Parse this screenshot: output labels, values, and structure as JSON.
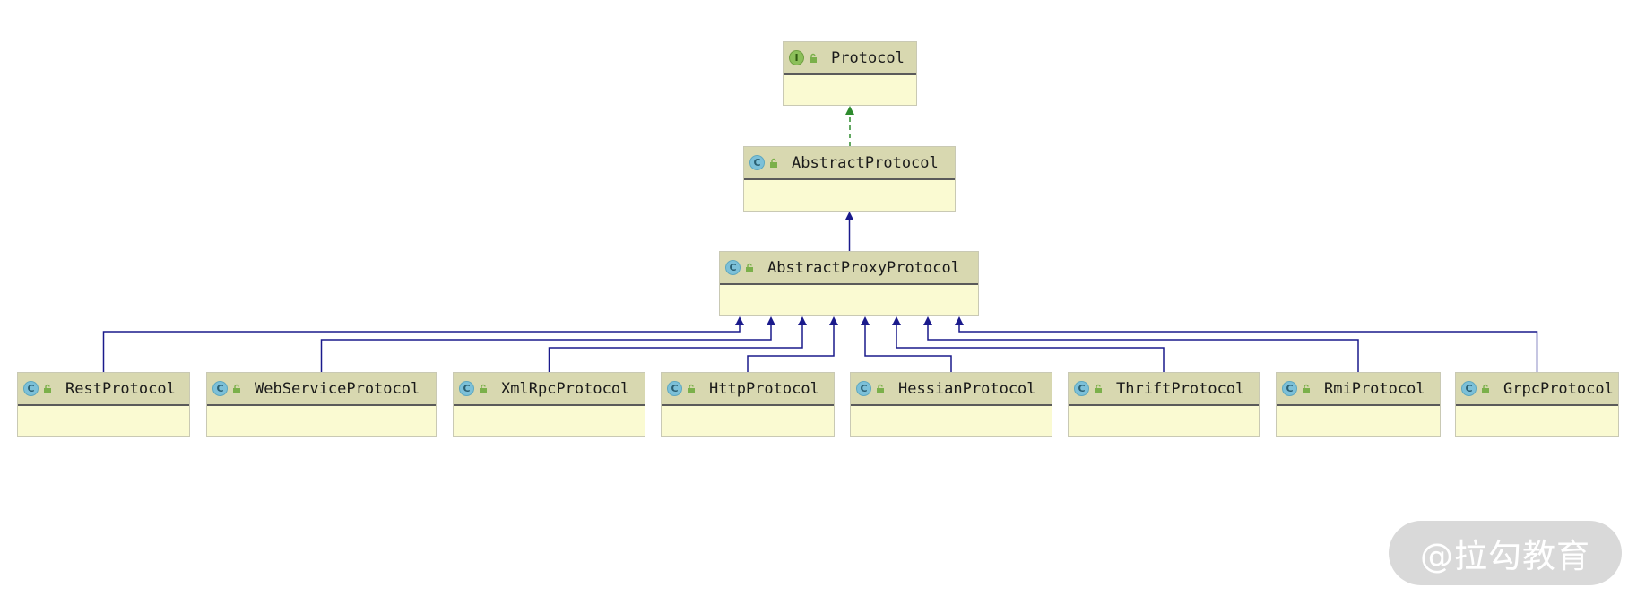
{
  "nodes": [
    {
      "id": "protocol",
      "kind": "interface",
      "badge": "I",
      "name": "Protocol"
    },
    {
      "id": "abstract",
      "kind": "class",
      "badge": "C",
      "name": "AbstractProtocol"
    },
    {
      "id": "proxy",
      "kind": "class",
      "badge": "C",
      "name": "AbstractProxyProtocol"
    },
    {
      "id": "rest",
      "kind": "class",
      "badge": "C",
      "name": "RestProtocol"
    },
    {
      "id": "webservice",
      "kind": "class",
      "badge": "C",
      "name": "WebServiceProtocol"
    },
    {
      "id": "xmlrpc",
      "kind": "class",
      "badge": "C",
      "name": "XmlRpcProtocol"
    },
    {
      "id": "http",
      "kind": "class",
      "badge": "C",
      "name": "HttpProtocol"
    },
    {
      "id": "hessian",
      "kind": "class",
      "badge": "C",
      "name": "HessianProtocol"
    },
    {
      "id": "thrift",
      "kind": "class",
      "badge": "C",
      "name": "ThriftProtocol"
    },
    {
      "id": "rmi",
      "kind": "class",
      "badge": "C",
      "name": "RmiProtocol"
    },
    {
      "id": "grpc",
      "kind": "class",
      "badge": "C",
      "name": "GrpcProtocol"
    }
  ],
  "edges": [
    {
      "from": "abstract",
      "to": "protocol",
      "type": "implements"
    },
    {
      "from": "proxy",
      "to": "abstract",
      "type": "extends"
    },
    {
      "from": "rest",
      "to": "proxy",
      "type": "extends"
    },
    {
      "from": "webservice",
      "to": "proxy",
      "type": "extends"
    },
    {
      "from": "xmlrpc",
      "to": "proxy",
      "type": "extends"
    },
    {
      "from": "http",
      "to": "proxy",
      "type": "extends"
    },
    {
      "from": "hessian",
      "to": "proxy",
      "type": "extends"
    },
    {
      "from": "thrift",
      "to": "proxy",
      "type": "extends"
    },
    {
      "from": "rmi",
      "to": "proxy",
      "type": "extends"
    },
    {
      "from": "grpc",
      "to": "proxy",
      "type": "extends"
    }
  ],
  "colors": {
    "extends_line": "#1a1a8c",
    "implements_line": "#2e8b2e",
    "node_header": "#d8d8b0",
    "node_body": "#fafad2"
  },
  "watermark": "@拉勾教育"
}
